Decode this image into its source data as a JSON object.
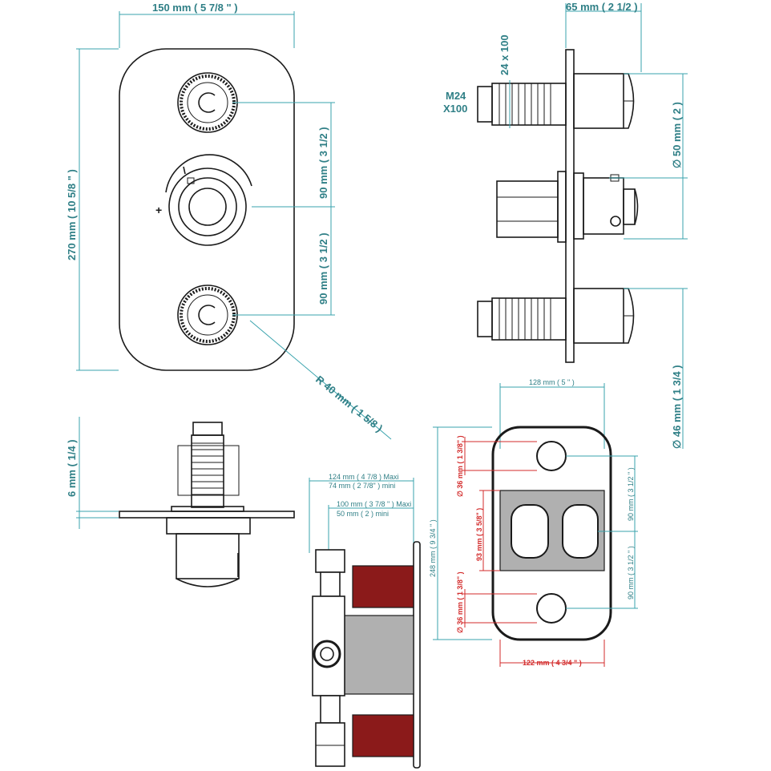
{
  "colors": {
    "dimension": "#2f7f86",
    "dimension_line": "#3aa3ad",
    "hole_dimension": "#d32b2b",
    "outline": "#1a1a1a",
    "body_fill": "#b0b0b0",
    "pipe_fill": "#8b1a1a"
  },
  "front_view": {
    "width": "150 mm  ( 5 7/8 \" )",
    "height": "270 mm ( 10 5/8 \" )",
    "spacing_upper": "90 mm  ( 3 1/2 )",
    "spacing_lower": "90 mm  ( 3 1/2 )",
    "radius": "R 40 mm  ( 1 5/8 )",
    "plus_sign": "+"
  },
  "side_view": {
    "depth": "65 mm  ( 2 1/2 )",
    "thread": "24 x 100",
    "thread_name_1": "M24",
    "thread_name_2": "X100",
    "diameter_large": "∅ 50 mm ( 2 )",
    "diameter_small": "∅ 46 mm ( 1 3/4 )"
  },
  "bottom_view": {
    "plate": "6 mm  ( 1/4 )"
  },
  "body_view": {
    "max_outer": "124 mm  ( 4 7/8 )  Maxi",
    "min_outer": "74 mm  ( 2 7/8\" ) mini",
    "max_inner": "100 mm  ( 3 7/8 \" )  Maxi",
    "min_inner": "50 mm  ( 2 )  mini"
  },
  "cutout_view": {
    "top_width": "128 mm  ( 5 \" )",
    "bottom_width": "122 mm  ( 4 3/4 \" )",
    "height": "248 mm ( 9 3/4 \" )",
    "hole_upper": "∅  36 mm  ( 1 3/8\" )",
    "hole_lower": "∅  36 mm  ( 1 3/8\" )",
    "center_height": "93 mm  ( 3 5/8\" )",
    "spacing_upper": "90 mm  ( 3 1/2 \" )",
    "spacing_lower": "90 mm  ( 3 1/2 \" )"
  }
}
